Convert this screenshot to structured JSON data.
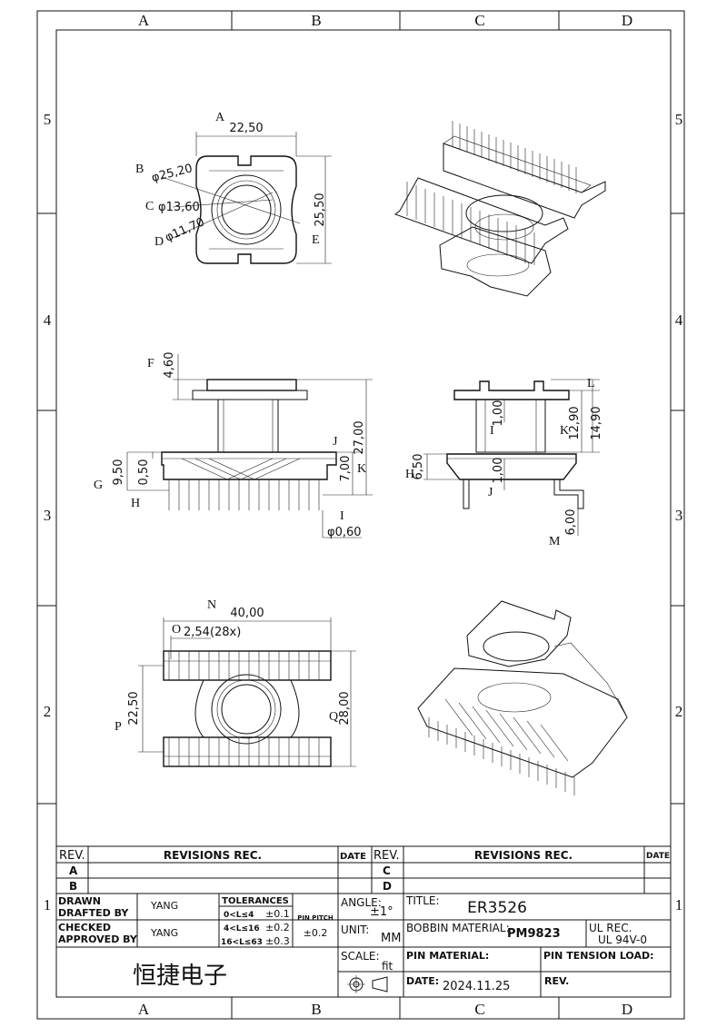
{
  "zones": {
    "top": [
      "A",
      "B",
      "C",
      "D"
    ],
    "bottom": [
      "A",
      "B",
      "C",
      "D"
    ],
    "left": [
      "5",
      "4",
      "3",
      "2",
      "1"
    ],
    "right": [
      "5",
      "4",
      "3",
      "2",
      "1"
    ]
  },
  "drawing": {
    "top_view": {
      "label_a": "A",
      "dim_a": "22,50",
      "label_b": "B",
      "dim_b": "φ25,20",
      "label_c": "C",
      "dim_c": "φ13,60",
      "label_d": "D",
      "dim_d": "φ11,70",
      "label_e": "E",
      "dim_e": "25,50"
    },
    "front_view": {
      "label_f": "F",
      "dim_f": "4,60",
      "label_g": "G",
      "dim_g": "9,50",
      "dim_g2": "0,50",
      "label_h": "H",
      "label_j": "J",
      "dim_j": "27,00",
      "label_k": "K",
      "dim_k": "7,00",
      "label_i": "I",
      "dim_i": "φ0,60"
    },
    "side_view": {
      "label_l": "L",
      "label_i": "I",
      "dim_i": "1,00",
      "label_k": "K",
      "dim_k1": "12,90",
      "dim_k2": "14,90",
      "label_h": "H",
      "dim_h": "6,50",
      "dim_j": "1,00",
      "label_j": "J",
      "label_m": "M",
      "dim_m": "6,00"
    },
    "bottom_view": {
      "label_n": "N",
      "dim_n": "40,00",
      "label_o": "O",
      "dim_o": "2,54(28x)",
      "label_p": "P",
      "dim_p": "22,50",
      "label_q": "Q",
      "dim_q": "28,00"
    }
  },
  "title_block": {
    "rev_header": "REV.",
    "revisions_rec": "REVISIONS REC.",
    "date_header": "DATE",
    "rev_a": "A",
    "rev_b": "B",
    "rev_c": "C",
    "rev_d": "D",
    "drawn": "DRAWN",
    "drafted_by": "DRAFTED  BY",
    "drafted_name": "YANG",
    "checked": "CHECKED",
    "approved_by": "APPROVED BY",
    "approved_name": "YANG",
    "tolerances": "TOLERANCES",
    "tol_1_range": "0<L≤4",
    "tol_1_val": "±0.1",
    "tol_2_range": "4<L≤16",
    "tol_2_val": "±0.2",
    "tol_3_range": "16<L≤63",
    "tol_3_val": "±0.3",
    "pin_pitch": "PIN PITCH",
    "pin_pitch_val": "±0.2",
    "angle_label": "ANGLE:",
    "angle_val": "±1°",
    "unit_label": "UNIT:",
    "unit_val": "MM",
    "scale_label": "SCALE:",
    "scale_val": "fit",
    "title_label": "TITLE:",
    "title_val": "ER3526",
    "bobbin_label": "BOBBIN MATERIAL:",
    "bobbin_val": "PM9823",
    "ul_label": "UL REC.",
    "ul_val": "UL 94V-0",
    "pin_material": "PIN MATERIAL:",
    "pin_tension": "PIN TENSION LOAD:",
    "date_label": "DATE:",
    "date_val": "2024.11.25",
    "rev_label": "REV.",
    "company": "恒捷电子"
  }
}
